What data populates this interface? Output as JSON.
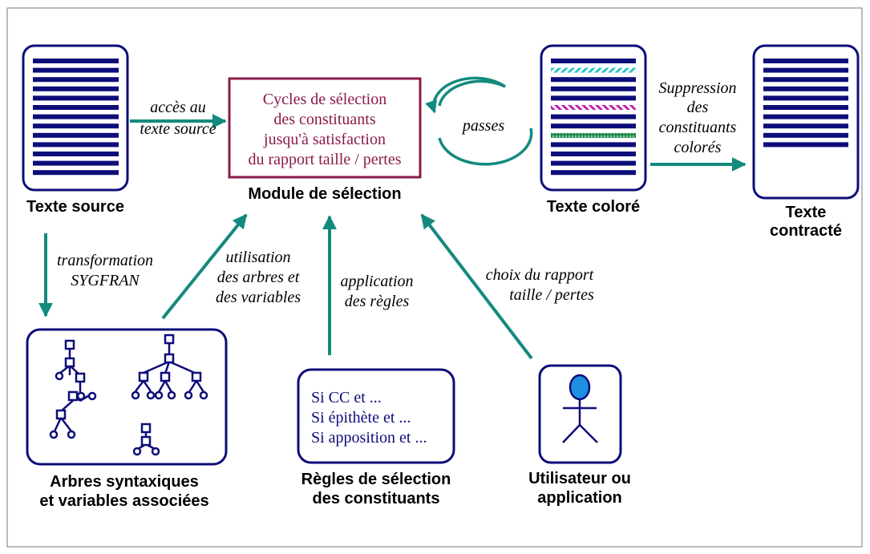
{
  "colors": {
    "navy": "#0d0d7a",
    "teal": "#138a7e",
    "maroon": "#8b1a4a",
    "frame": "#777777",
    "cyan_highlight": "#2ec4c4",
    "magenta_highlight": "#c020b0",
    "green_highlight": "#1a8a4a",
    "head_fill": "#1f8fe0"
  },
  "module": {
    "lines": [
      "Cycles de sélection",
      "des constituants",
      "jusqu'à satisfaction",
      "du rapport taille / pertes"
    ],
    "label": "Module de sélection"
  },
  "nodes": {
    "source": {
      "label": "Texte source"
    },
    "colored": {
      "label": "Texte coloré"
    },
    "contracted": {
      "lines": [
        "Texte",
        "contracté"
      ]
    },
    "trees": {
      "lines": [
        "Arbres syntaxiques",
        "et variables associées"
      ]
    },
    "rules": {
      "box_lines": [
        "Si CC et ...",
        "Si épithète et ...",
        "Si apposition et ..."
      ],
      "lines": [
        "Règles de sélection",
        "des constituants"
      ]
    },
    "user": {
      "lines": [
        "Utilisateur ou",
        "application"
      ],
      "icon": "person-icon"
    }
  },
  "edges": {
    "access": [
      "accès au",
      "texte source"
    ],
    "passes": "passes",
    "suppression": [
      "Suppression",
      "des",
      "constituants",
      "colorés"
    ],
    "transformation": [
      "transformation",
      "SYGFRAN"
    ],
    "utilisation": [
      "utilisation",
      "des arbres et",
      "des variables"
    ],
    "application": [
      "application",
      "des règles"
    ],
    "choix": [
      "choix du rapport",
      "taille / pertes"
    ]
  }
}
